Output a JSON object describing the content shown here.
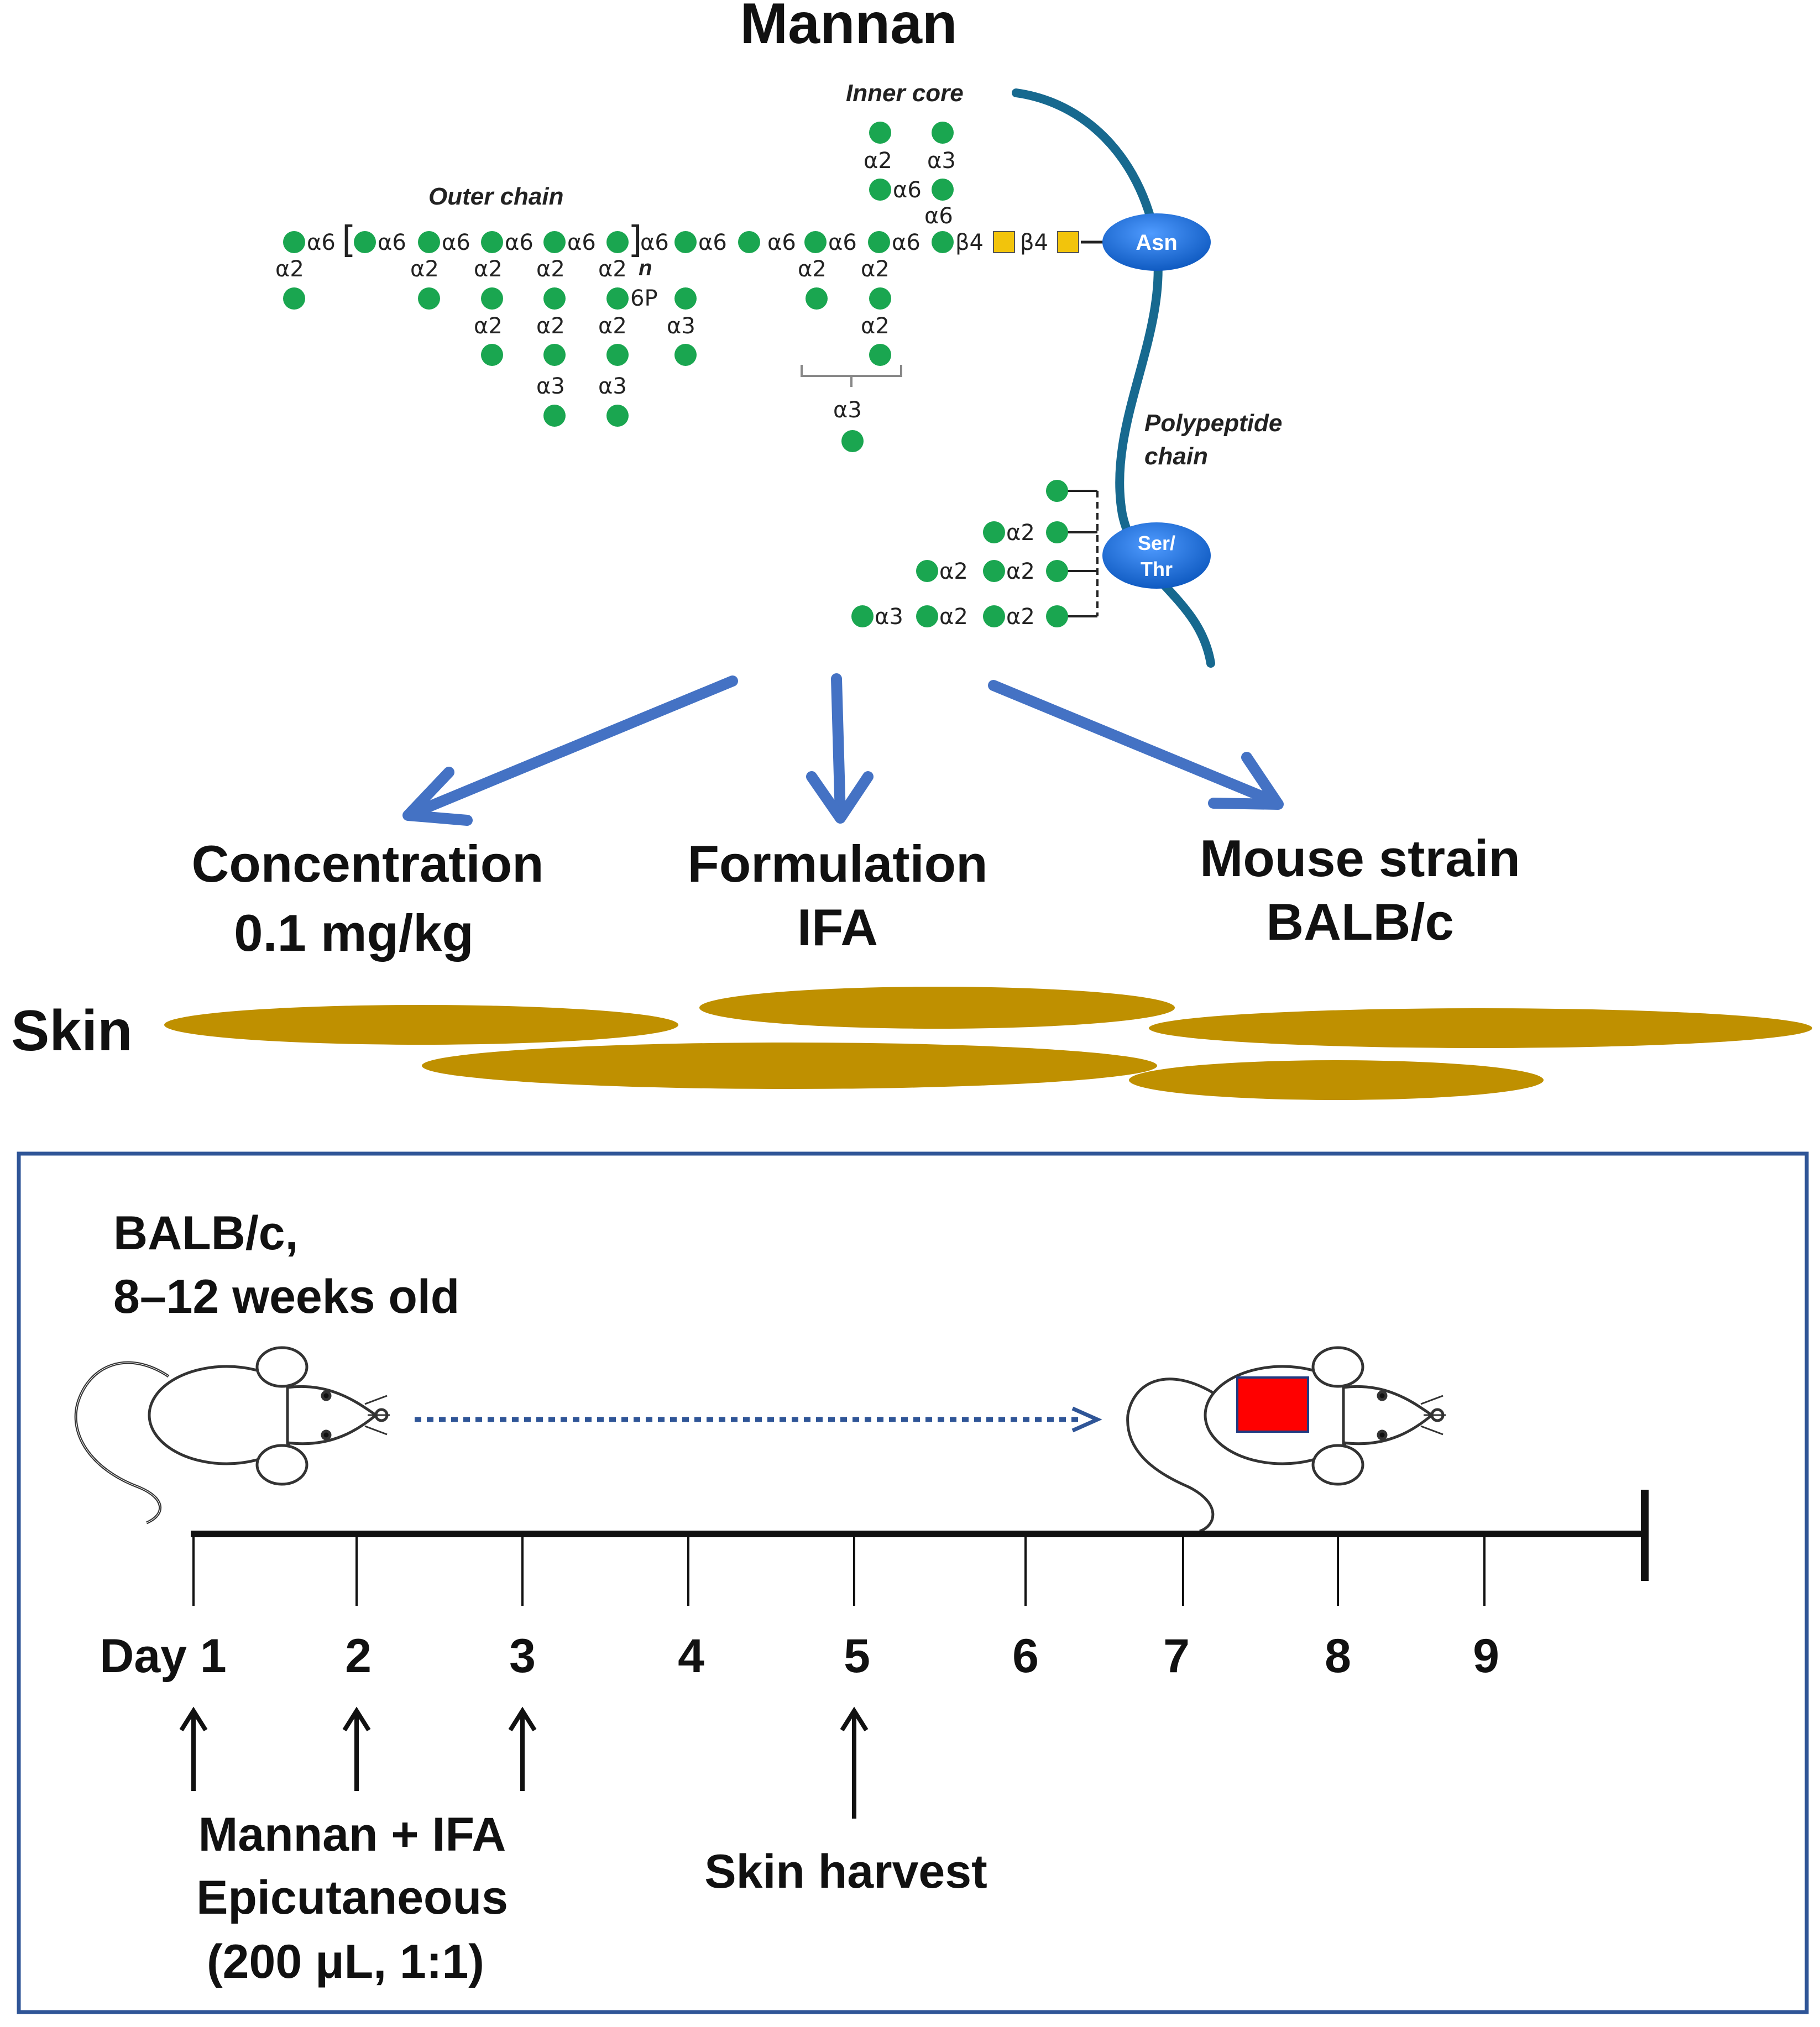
{
  "title": "Mannan",
  "structure": {
    "inner_core_label": "Inner core",
    "outer_chain_label": "Outer chain",
    "polypeptide_label_line1": "Polypeptide",
    "polypeptide_label_line2": "chain",
    "asn_label": "Asn",
    "ser_thr_line1": "Ser/",
    "ser_thr_line2": "Thr",
    "phosphate_label": "6P",
    "repeat_label": "n",
    "linkages": {
      "a2": "α2",
      "a3": "α3",
      "a6": "α6",
      "b4": "β4"
    }
  },
  "factors": [
    {
      "line1": "Concentration",
      "line2": "0.1 mg/kg"
    },
    {
      "line1": "Formulation",
      "line2": "IFA"
    },
    {
      "line1": "Mouse strain",
      "line2": "BALB/c"
    }
  ],
  "skin_label": "Skin",
  "protocol": {
    "strain_line1": "BALB/c,",
    "strain_line2": "8–12 weeks old",
    "days": [
      "Day 1",
      "2",
      "3",
      "4",
      "5",
      "6",
      "7",
      "8",
      "9"
    ],
    "treatment_line1": "Mannan + IFA",
    "treatment_line2": "Epicutaneous",
    "treatment_line3": "(200 μL, 1:1)",
    "harvest_label": "Skin harvest"
  },
  "colors": {
    "residue_green": "#1aa650",
    "hexnac_yellow": "#f2c40c",
    "chain_blue": "#17698f",
    "aa_blue": "#1565c8",
    "arrow_blue": "#4472c4",
    "skin_gold": "#bf9000",
    "frame_blue": "#2f5597",
    "patch_red": "#ff0000"
  }
}
